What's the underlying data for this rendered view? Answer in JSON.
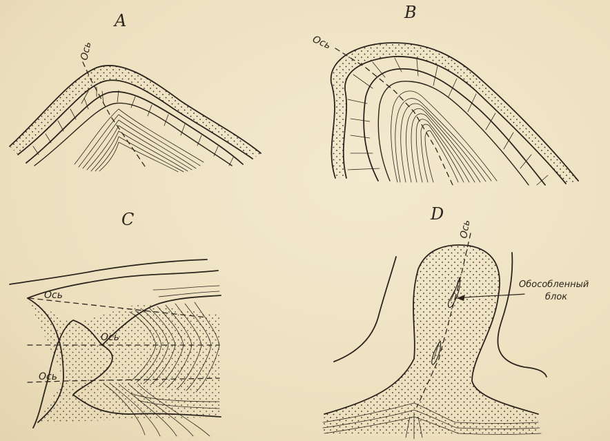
{
  "panels": [
    {
      "letter": "A",
      "axis_labels": [
        "Ось"
      ]
    },
    {
      "letter": "B",
      "axis_labels": [
        "Ось"
      ]
    },
    {
      "letter": "C",
      "axis_labels": [
        "Ось",
        "Ось",
        "Ось"
      ]
    },
    {
      "letter": "D",
      "axis_labels": [
        "Ось"
      ]
    }
  ],
  "annotation": {
    "line1": "Обособленный",
    "line2": "блок"
  },
  "colors": {
    "paper": "#efe3c4",
    "ink": "#2a241c"
  }
}
